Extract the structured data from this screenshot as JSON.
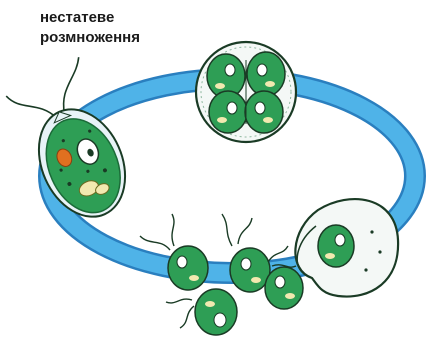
{
  "diagram": {
    "title_lines": [
      "нестатеве",
      "розмноження"
    ],
    "colors": {
      "cycle": "#4fb3e8",
      "cycle_edge": "#2a7fbf",
      "cell_fill": "#2e9e55",
      "cell_dark": "#1b6b38",
      "cell_light": "#4cc070",
      "membrane": "#e8f3f7",
      "eyespot": "#e07020",
      "nucleus": "#ffffff",
      "outline": "#1a3b25"
    },
    "stages": [
      {
        "id": "mother-cell"
      },
      {
        "id": "dividing-cyst"
      },
      {
        "id": "rupturing-cyst"
      },
      {
        "id": "released-daughters"
      }
    ]
  }
}
